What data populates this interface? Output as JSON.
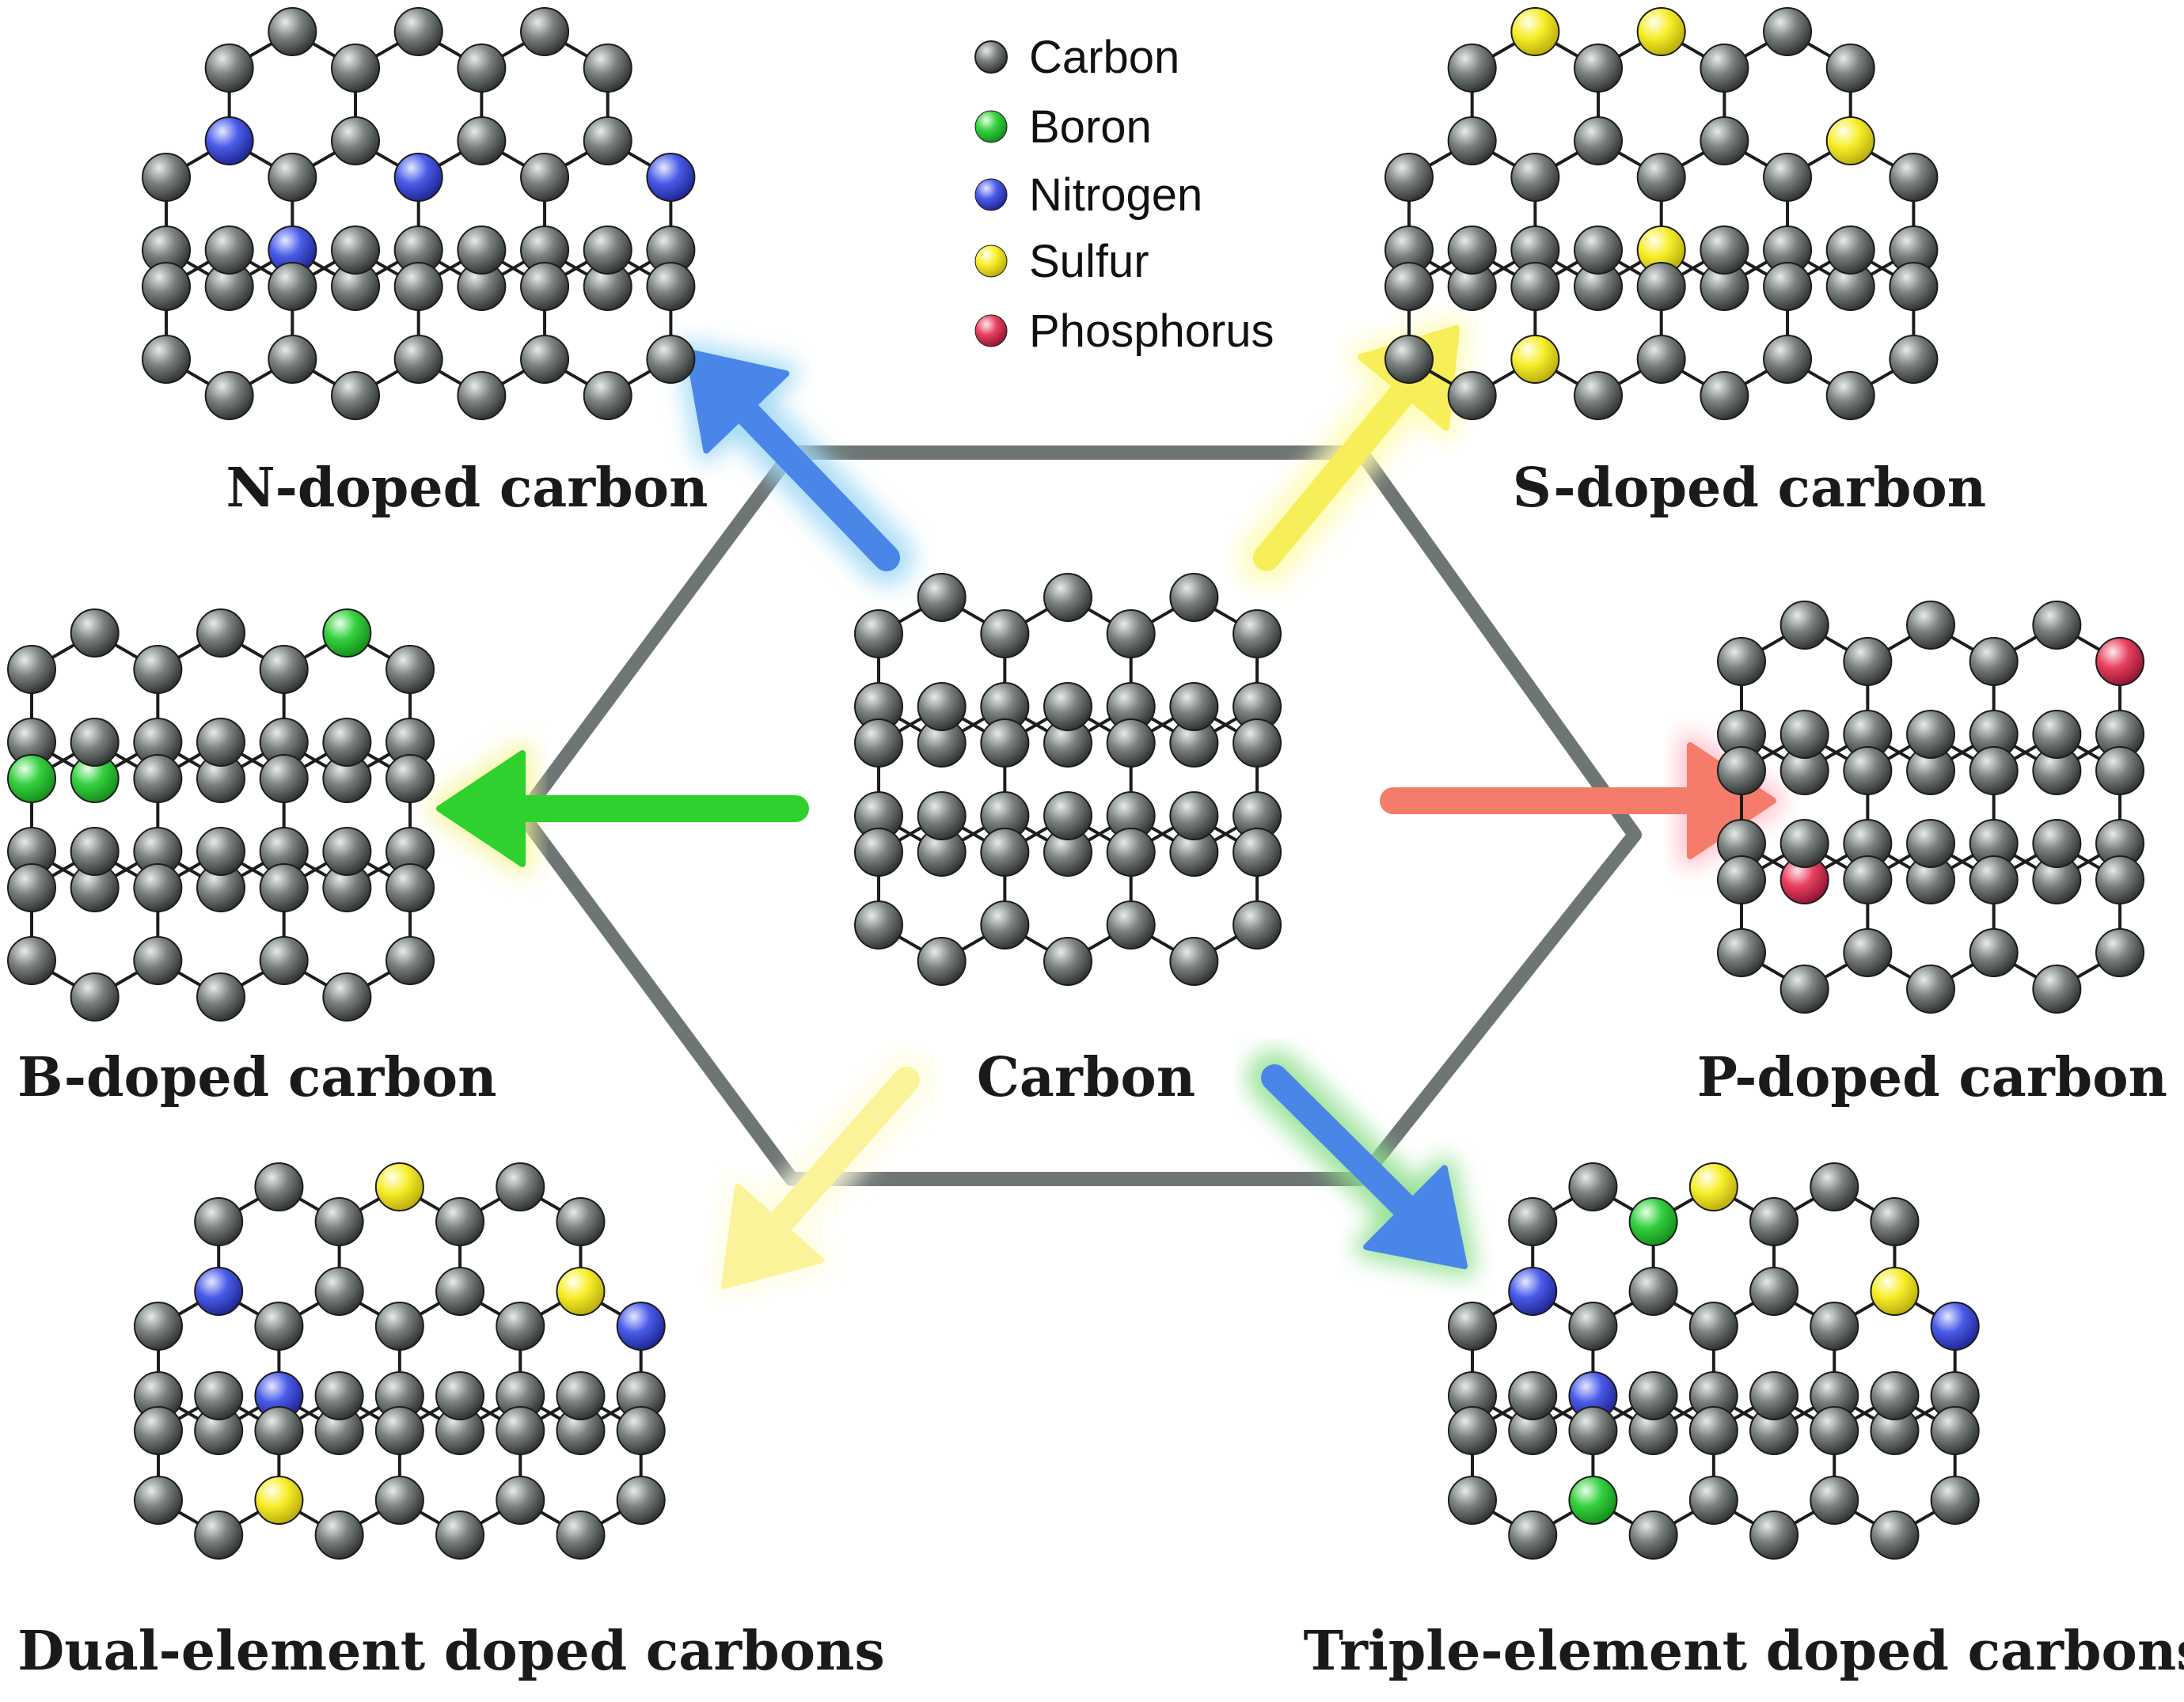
{
  "legend": {
    "items": [
      {
        "key": "C",
        "label": "Carbon",
        "color": "#5a5f5e"
      },
      {
        "key": "B",
        "label": "Boron",
        "color": "#2ed13a"
      },
      {
        "key": "N",
        "label": "Nitrogen",
        "color": "#3a4fe0"
      },
      {
        "key": "S",
        "label": "Sulfur",
        "color": "#f2e81c"
      },
      {
        "key": "P",
        "label": "Phosphorus",
        "color": "#e8335a"
      }
    ]
  },
  "panels": [
    {
      "id": "center",
      "label": "Carbon"
    },
    {
      "id": "n-doped",
      "label": "N-doped carbon",
      "arrow_color": "#4a86e8",
      "glow_color": "#9fd8f5",
      "dopants": "N"
    },
    {
      "id": "s-doped",
      "label": "S-doped carbon",
      "arrow_color": "#f7ef5a",
      "glow_color": "#fffbb0",
      "dopants": "S"
    },
    {
      "id": "b-doped",
      "label": "B-doped carbon",
      "arrow_color": "#2fd12f",
      "glow_color": "#f4f59a",
      "dopants": "B"
    },
    {
      "id": "p-doped",
      "label": "P-doped carbon",
      "arrow_color": "#f57b6a",
      "glow_color": "#ffb9c4",
      "dopants": "P"
    },
    {
      "id": "dual",
      "label": "Dual-element doped carbons",
      "arrow_color": "#fbf39a",
      "glow_color": "#fffde0",
      "dopants": "N,S"
    },
    {
      "id": "triple",
      "label": "Triple-element doped carbons",
      "arrow_color": "#4a86e8",
      "glow_color": "#8fe08f",
      "dopants": "N,S,B"
    }
  ],
  "hexagon_color": "#6e7675"
}
